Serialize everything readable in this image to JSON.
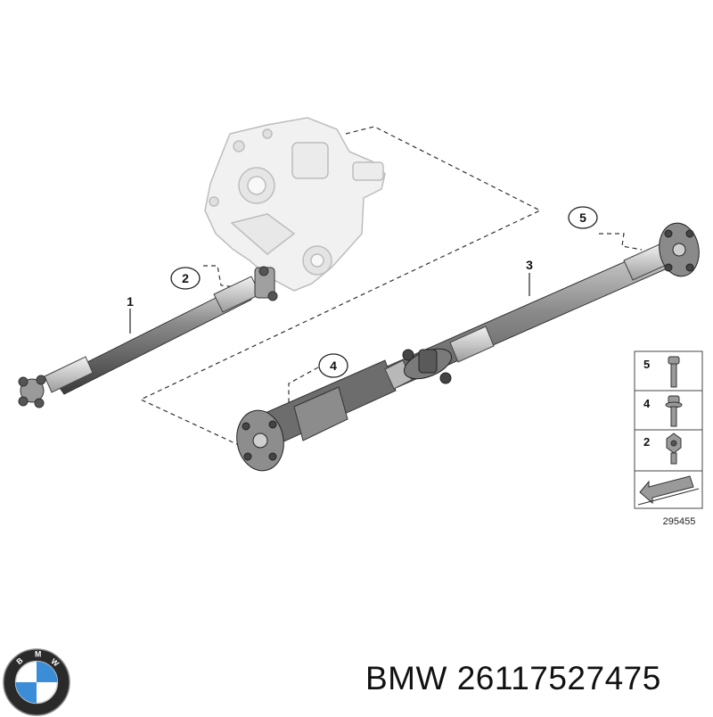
{
  "diagram": {
    "callouts": [
      {
        "id": "1",
        "label": "1"
      },
      {
        "id": "2",
        "label": "2"
      },
      {
        "id": "3",
        "label": "3"
      },
      {
        "id": "4",
        "label": "4"
      },
      {
        "id": "5",
        "label": "5"
      }
    ],
    "legend": {
      "items": [
        "5",
        "4",
        "2"
      ],
      "reference_number": "295455"
    }
  },
  "footer": {
    "brand_logo": "BMW",
    "part_title": "BMW 26117527475"
  },
  "icons": {
    "logo": "bmw-roundel-icon"
  }
}
